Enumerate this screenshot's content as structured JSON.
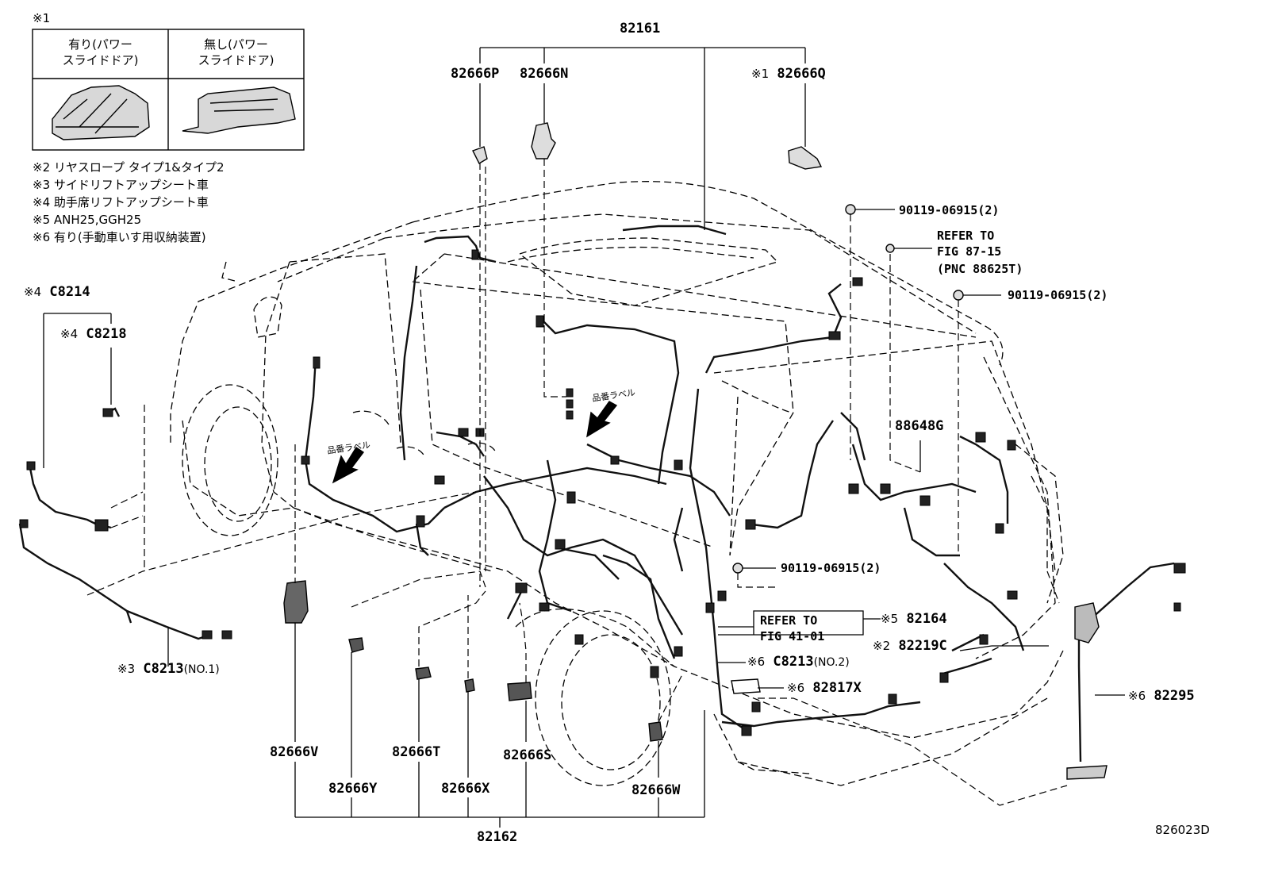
{
  "legend": {
    "mark": "※1",
    "col_with": "有り(パワー\nスライドドア)",
    "col_without": "無し(パワー\nスライドドア)"
  },
  "notes": [
    "※2 リヤスロープ タイプ1&タイプ2",
    "※3 サイドリフトアップシート車",
    "※4 助手席リフトアップシート車",
    "※5 ANH25,GGH25",
    "※6 有り(手動車いす用収納装置)"
  ],
  "labels": {
    "p82161": "82161",
    "p82666P": "82666P",
    "p82666N": "82666N",
    "p82666Q_mark": "※1",
    "p82666Q": "82666Q",
    "bolt1": "90119-06915(2)",
    "refer1_a": "REFER TO",
    "refer1_b": "FIG 87-15",
    "refer1_c": "(PNC 88625T)",
    "bolt2": "90119-06915(2)",
    "c8214_mark": "※4",
    "c8214": "C8214",
    "c8218_mark": "※4",
    "c8218": "C8218",
    "p88648G": "88648G",
    "bolt3": "90119-06915(2)",
    "refer2_a": "REFER TO",
    "refer2_b": "FIG 41-01",
    "p82164_mark": "※5",
    "p82164": "82164",
    "p82219C_mark": "※2",
    "p82219C": "82219C",
    "c8213_2_mark": "※6",
    "c8213_2": "C8213",
    "c8213_2_suf": "(NO.2)",
    "p82817X_mark": "※6",
    "p82817X": "82817X",
    "p82295_mark": "※6",
    "p82295": "82295",
    "c8213_1_mark": "※3",
    "c8213_1": "C8213",
    "c8213_1_suf": "(NO.1)",
    "p82666V": "82666V",
    "p82666T": "82666T",
    "p82666S": "82666S",
    "p82666Y": "82666Y",
    "p82666X": "82666X",
    "p82666W": "82666W",
    "p82162": "82162",
    "hinban1": "品番ラベル",
    "hinban2": "品番ラベル",
    "fig_code": "826023D"
  }
}
